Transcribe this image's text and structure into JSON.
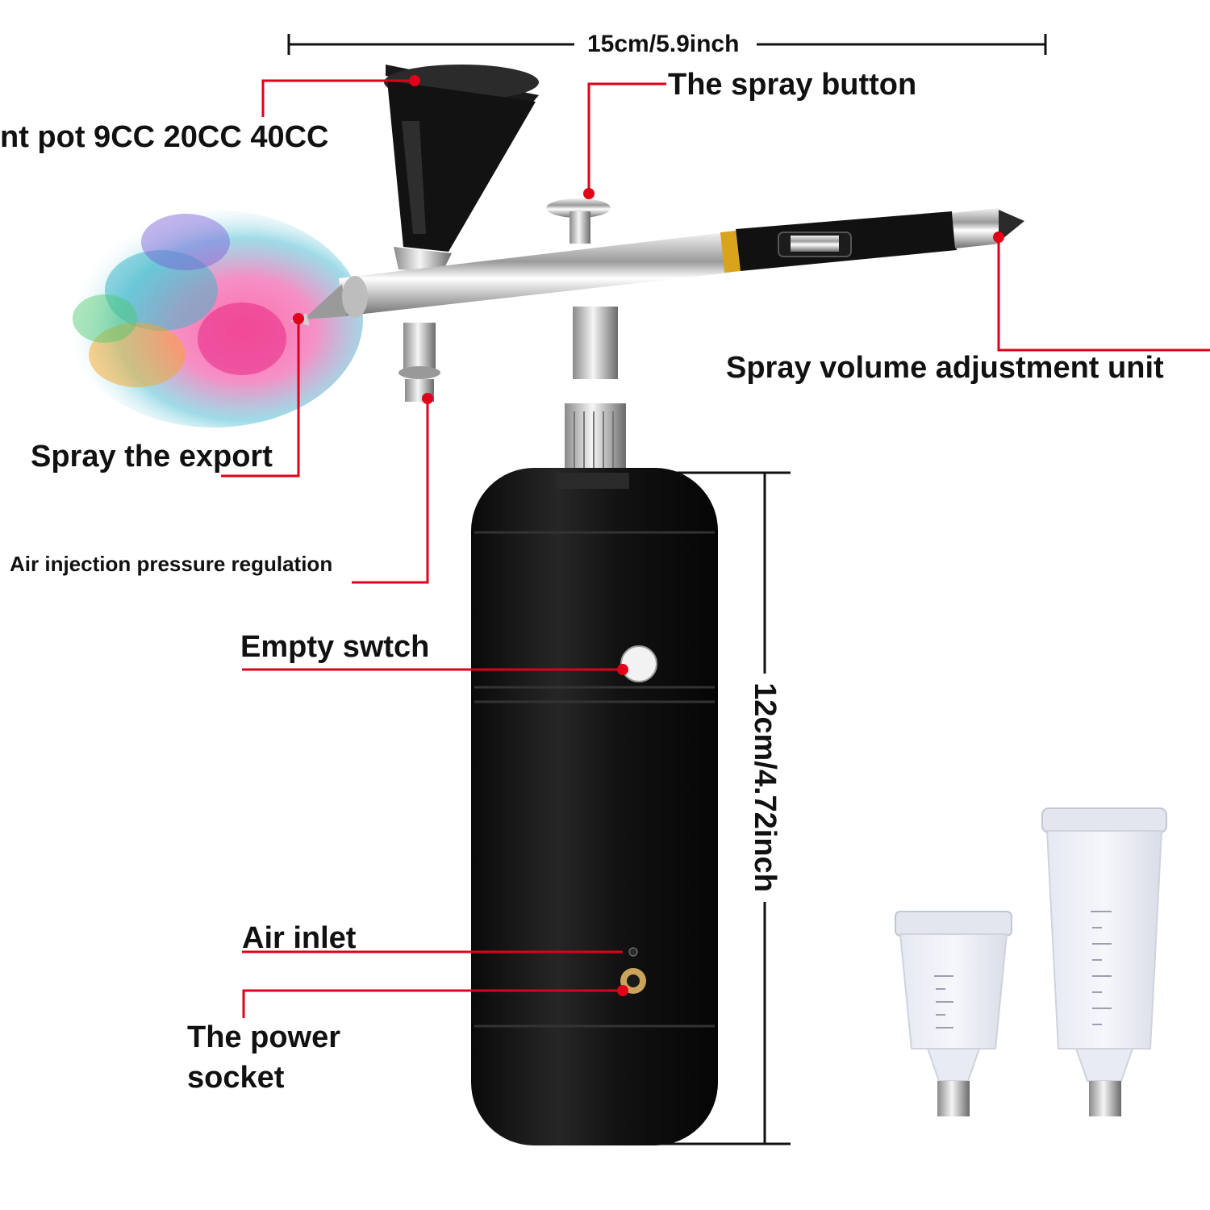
{
  "dimensions": {
    "width": "15cm/5.9inch",
    "height": "12cm/4.72inch"
  },
  "callouts": {
    "paint_pot": "nt pot 9CC 20CC 40CC",
    "spray_button": "The spray button",
    "volume_unit": "Spray volume adjustment unit",
    "spray_export": "Spray the export",
    "air_pressure": "Air injection pressure regulation",
    "empty_switch": "Empty swtch",
    "air_inlet": "Air inlet",
    "power_socket_line1": "The power",
    "power_socket_line2": "socket"
  },
  "colors": {
    "leader_line": "#e0001a",
    "body": "#141414",
    "chrome": "#c8c8c8",
    "text": "#111111"
  },
  "icons": {
    "product": "airbrush-compressor-icon",
    "cups": "measuring-cup-icon"
  }
}
